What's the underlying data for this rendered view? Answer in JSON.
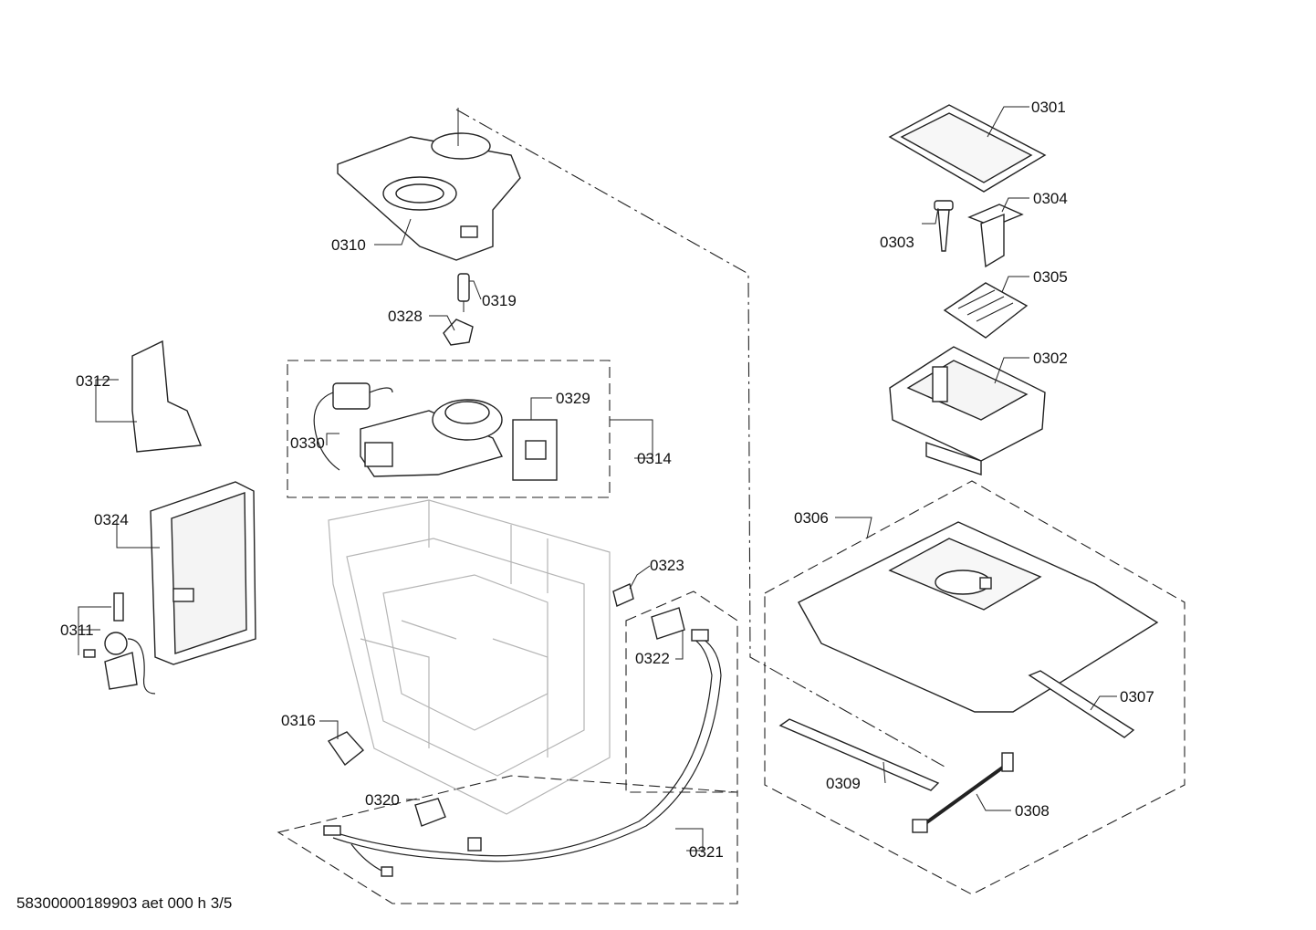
{
  "diagram": {
    "parts": [
      {
        "id": "0301"
      },
      {
        "id": "0302"
      },
      {
        "id": "0303"
      },
      {
        "id": "0304"
      },
      {
        "id": "0305"
      },
      {
        "id": "0306"
      },
      {
        "id": "0307"
      },
      {
        "id": "0308"
      },
      {
        "id": "0309"
      },
      {
        "id": "0310"
      },
      {
        "id": "0311"
      },
      {
        "id": "0312"
      },
      {
        "id": "0314"
      },
      {
        "id": "0316"
      },
      {
        "id": "0319"
      },
      {
        "id": "0320"
      },
      {
        "id": "0321"
      },
      {
        "id": "0322"
      },
      {
        "id": "0323"
      },
      {
        "id": "0324"
      },
      {
        "id": "0328"
      },
      {
        "id": "0329"
      },
      {
        "id": "0330"
      }
    ],
    "footer": "58300000189903 aet 000 h 3/5"
  }
}
